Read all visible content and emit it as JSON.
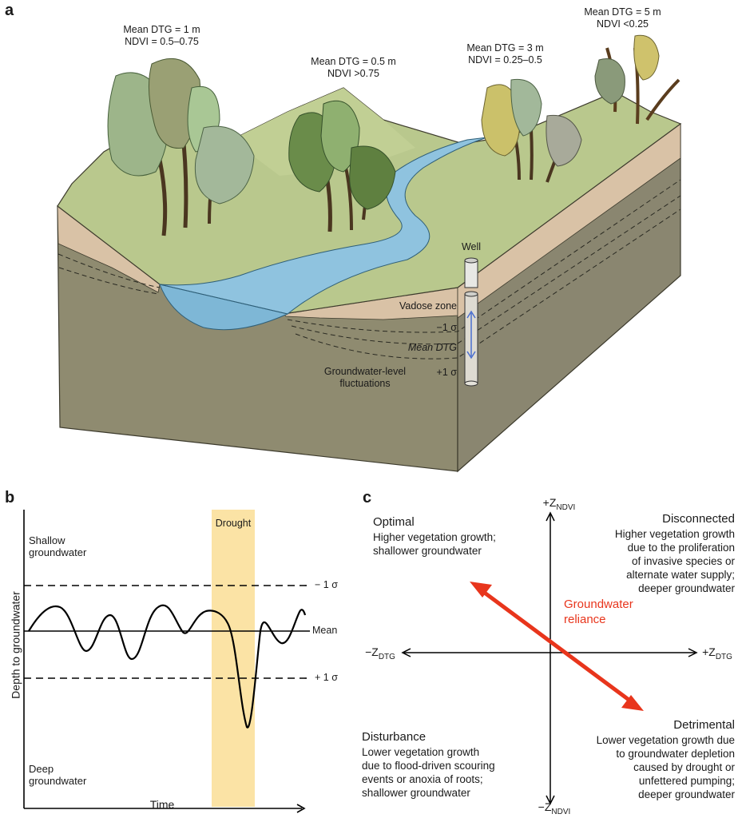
{
  "panels": {
    "a": "a",
    "b": "b",
    "c": "c"
  },
  "panel_a": {
    "tree_groups": [
      {
        "dtg": "Mean DTG = 1 m",
        "ndvi": "NDVI = 0.5–0.75"
      },
      {
        "dtg": "Mean DTG = 0.5 m",
        "ndvi": "NDVI >0.75"
      },
      {
        "dtg": "Mean DTG = 3 m",
        "ndvi": "NDVI = 0.25–0.5"
      },
      {
        "dtg": "Mean DTG = 5 m",
        "ndvi": "NDVI <0.25"
      }
    ],
    "well": "Well",
    "vadose": "Vadose zone",
    "minus_sigma": "−1 σ",
    "mean_dtg": "Mean DTG",
    "plus_sigma": "+1 σ",
    "fluct_1": "Groundwater-level",
    "fluct_2": "fluctuations",
    "colors": {
      "grass": "#b9c88d",
      "soil": "#d9c2a6",
      "ground": "#8f8b70",
      "water": "#8fc3df"
    }
  },
  "panel_b": {
    "drought": "Drought",
    "shallow_1": "Shallow",
    "shallow_2": "groundwater",
    "deep_1": "Deep",
    "deep_2": "groundwater",
    "minus_sigma": "− 1 σ",
    "mean": "Mean",
    "plus_sigma": "+ 1 σ",
    "ylabel": "Depth to groundwater",
    "xlabel": "Time",
    "colors": {
      "drought_band": "#fbe3a5"
    }
  },
  "panel_c": {
    "axis_top_sign": "+Z",
    "axis_top_sub": "NDVI",
    "axis_bottom_sign": "−Z",
    "axis_bottom_sub": "NDVI",
    "axis_left_sign": "−Z",
    "axis_left_sub": "DTG",
    "axis_right_sign": "+Z",
    "axis_right_sub": "DTG",
    "reliance_1": "Groundwater",
    "reliance_2": "reliance",
    "optimal": {
      "title": "Optimal",
      "lines": [
        "Higher vegetation growth;",
        "shallower groundwater"
      ]
    },
    "disconnected": {
      "title": "Disconnected",
      "lines": [
        "Higher vegetation growth",
        "due to the proliferation",
        "of invasive species or",
        "alternate water supply;",
        "deeper groundwater"
      ]
    },
    "disturbance": {
      "title": "Disturbance",
      "lines": [
        "Lower vegetation growth",
        "due to flood-driven scouring",
        "events or anoxia of roots;",
        "shallower groundwater"
      ]
    },
    "detrimental": {
      "title": "Detrimental",
      "lines": [
        "Lower vegetation growth due",
        "to groundwater depletion",
        "caused by drought or",
        "unfettered pumping;",
        "deeper groundwater"
      ]
    },
    "colors": {
      "arrow": "#e8351c"
    }
  }
}
